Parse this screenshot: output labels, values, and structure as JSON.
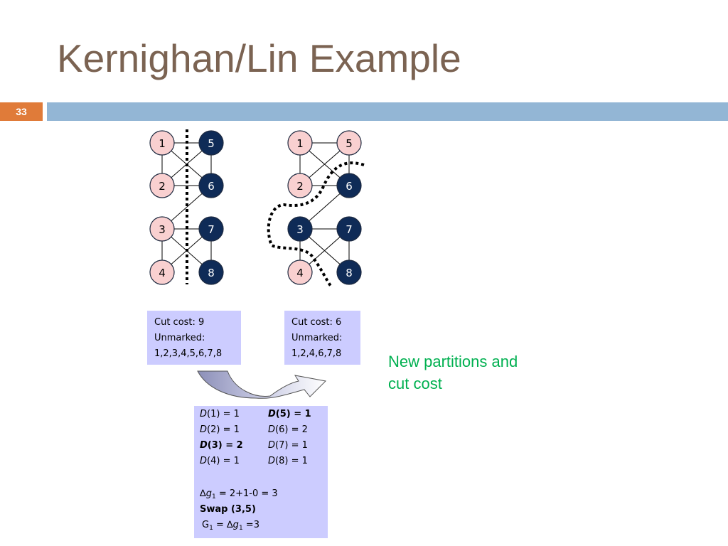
{
  "slide": {
    "title": "Kernighan/Lin Example",
    "number": "33",
    "accent_color": "#e07b39",
    "band_color": "#93b6d5",
    "title_color": "#7b6352"
  },
  "graphs": {
    "left": {
      "node_labels": [
        "1",
        "5",
        "2",
        "6",
        "3",
        "7",
        "4",
        "8"
      ]
    },
    "right": {
      "node_labels": [
        "1",
        "5",
        "2",
        "6",
        "3",
        "7",
        "4",
        "8"
      ]
    },
    "colors": {
      "light_node": "#f9d0d0",
      "dark_node": "#0f2b57"
    }
  },
  "cut_boxes": {
    "left": {
      "line1": "Cut cost: 9",
      "line2": "Unmarked:",
      "line3": "1,2,3,4,5,6,7,8"
    },
    "right": {
      "line1": "Cut cost: 6",
      "line2": "Unmarked:",
      "line3": "1,2,4,6,7,8"
    }
  },
  "note": {
    "line1": "New partitions and",
    "line2": "cut cost",
    "color": "#00b050"
  },
  "d_values": {
    "d1": {
      "fn": "D",
      "arg": "(1) = 1"
    },
    "d2": {
      "fn": "D",
      "arg": "(2) = 1"
    },
    "d3": {
      "fn": "D",
      "arg": "(3) = 2"
    },
    "d4": {
      "fn": "D",
      "arg": "(4) = 1"
    },
    "d5": {
      "fn": "D",
      "arg": "(5) = 1"
    },
    "d6": {
      "fn": "D",
      "arg": "(6) = 2"
    },
    "d7": {
      "fn": "D",
      "arg": "(7) = 1"
    },
    "d8": {
      "fn": "D",
      "arg": "(8) = 1"
    },
    "gain_prefix": "∆",
    "gain_var": "g",
    "gain_sub": "1",
    "gain_expr": " = 2+1-0 = 3",
    "swap": "Swap (3,5)",
    "total_var": "G",
    "total_sub": "1",
    "total_mid": " = ∆",
    "total_var2": "g",
    "total_sub2": "1",
    "total_end": " =3"
  }
}
